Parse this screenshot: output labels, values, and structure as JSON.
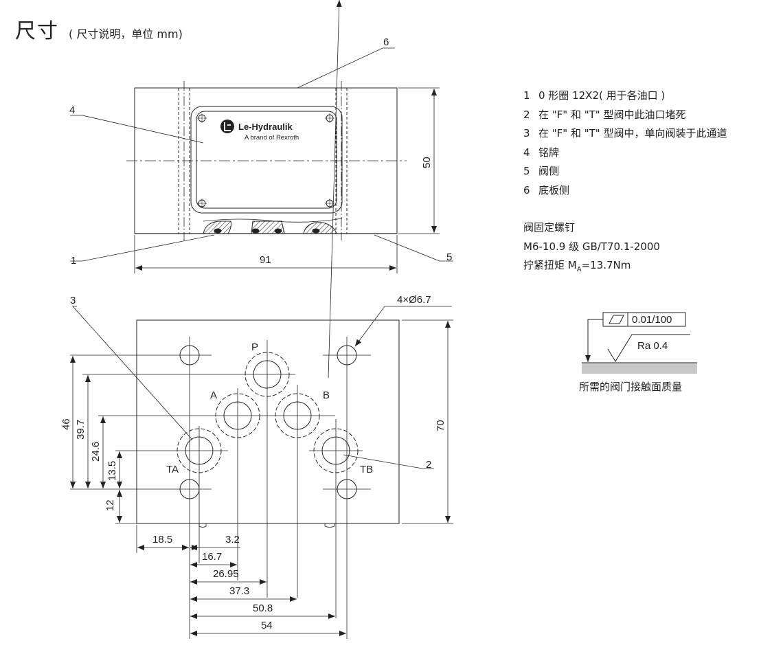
{
  "title": {
    "main": "尺寸",
    "sub": "( 尺寸说明，单位 mm)"
  },
  "legend": [
    {
      "num": "1",
      "text": "0 形圈 12X2( 用于各油口 )"
    },
    {
      "num": "2",
      "text": "在 \"F\" 和 \"T\" 型阀中此油口堵死"
    },
    {
      "num": "3",
      "text": "在 \"F\" 和 \"T\" 型阀中，单向阀装于此通道"
    },
    {
      "num": "4",
      "text": "铭牌"
    },
    {
      "num": "5",
      "text": "阀侧"
    },
    {
      "num": "6",
      "text": "底板侧"
    }
  ],
  "screws": {
    "title": "阀固定螺钉",
    "spec": "M6-10.9 级 GB/T70.1-2000",
    "torque_prefix": "拧紧扭矩 M",
    "torque_sub": "A",
    "torque_value": "=13.7Nm"
  },
  "surface": {
    "flatness": "0.01/100",
    "roughness": "Ra 0.4",
    "label": "所需的阀门接触面质量"
  },
  "nameplate": {
    "brand": "Le-Hydraulik",
    "tagline": "A brand of Rexroth"
  },
  "top_view": {
    "width_dim": "91",
    "height_dim": "50",
    "callouts": [
      "1",
      "4",
      "5",
      "6"
    ]
  },
  "bottom_view": {
    "ports": [
      "P",
      "A",
      "B",
      "TA",
      "TB"
    ],
    "hole_note": "4×Ø6.7",
    "height_dim": "70",
    "vertical_dims": [
      "46",
      "39.7",
      "24.6",
      "13.5",
      "12"
    ],
    "horizontal_dims": [
      "18.5",
      "3.2",
      "16.7",
      "26.95",
      "37.3",
      "50.8",
      "54"
    ],
    "callouts": [
      "2",
      "3"
    ]
  }
}
